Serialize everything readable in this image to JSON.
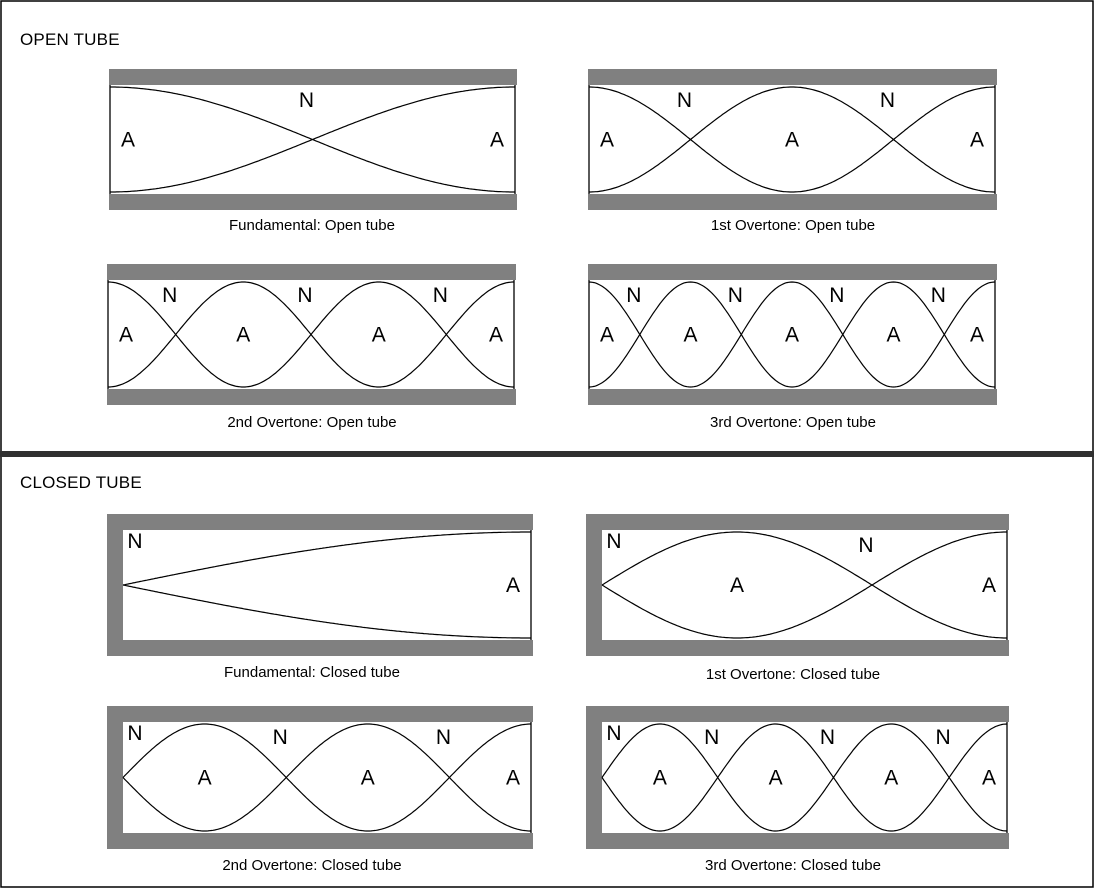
{
  "sections": [
    {
      "title": "OPEN TUBE",
      "panels": [
        {
          "caption": "Fundamental: Open tube",
          "labels": [
            "A",
            "N",
            "A"
          ]
        },
        {
          "caption": "1st Overtone: Open tube",
          "labels": [
            "A",
            "N",
            "A",
            "N",
            "A"
          ]
        },
        {
          "caption": "2nd Overtone: Open tube",
          "labels": [
            "A",
            "N",
            "A",
            "N",
            "A",
            "N",
            "A"
          ]
        },
        {
          "caption": "3rd Overtone: Open tube",
          "labels": [
            "A",
            "N",
            "A",
            "N",
            "A",
            "N",
            "A",
            "N",
            "A"
          ]
        }
      ]
    },
    {
      "title": "CLOSED TUBE",
      "panels": [
        {
          "caption": "Fundamental: Closed tube",
          "labels": [
            "N",
            "A"
          ]
        },
        {
          "caption": "1st Overtone: Closed tube",
          "labels": [
            "N",
            "A",
            "N",
            "A"
          ]
        },
        {
          "caption": "2nd Overtone: Closed tube",
          "labels": [
            "N",
            "A",
            "N",
            "A",
            "N",
            "A"
          ]
        },
        {
          "caption": "3rd Overtone: Closed tube",
          "labels": [
            "N",
            "A",
            "N",
            "A",
            "N",
            "A",
            "N",
            "A"
          ]
        }
      ]
    }
  ],
  "colors": {
    "wall": "#808080",
    "line": "#000000",
    "background": "#ffffff"
  }
}
